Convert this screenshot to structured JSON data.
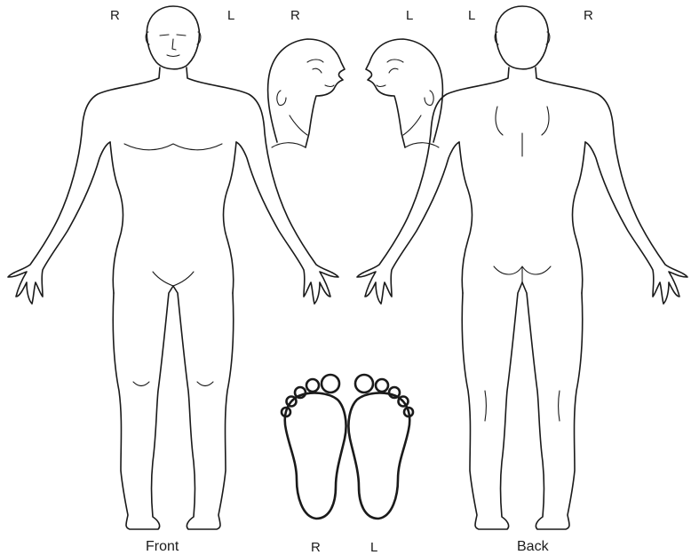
{
  "labels": {
    "front_right": "R",
    "front_left": "L",
    "head_right": "R",
    "head_left": "L",
    "back_left": "L",
    "back_right": "R",
    "soles_right": "R",
    "soles_left": "L"
  },
  "captions": {
    "front": "Front",
    "back": "Back"
  }
}
